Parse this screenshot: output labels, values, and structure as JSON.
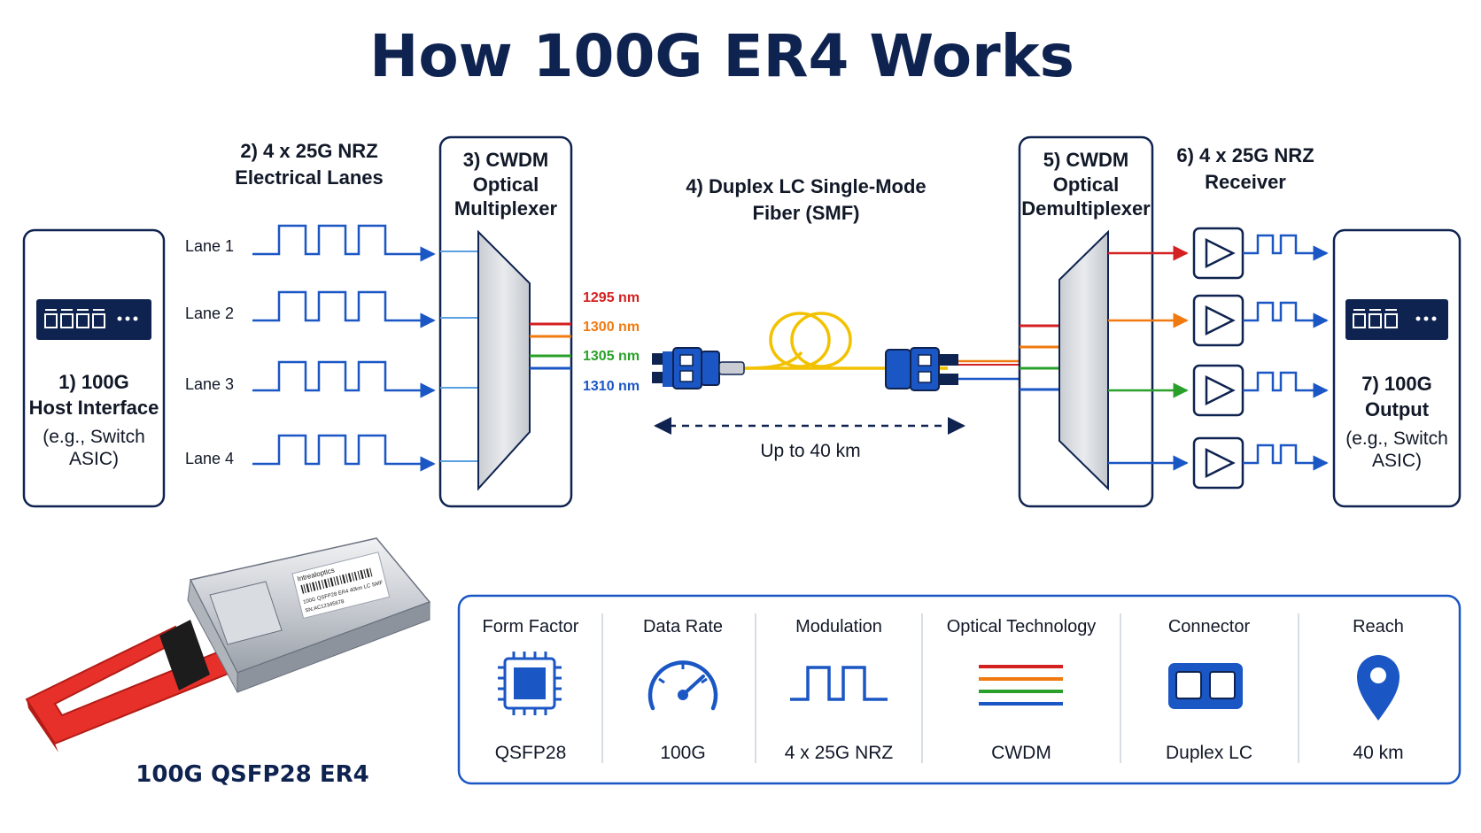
{
  "title": "How 100G ER4 Works",
  "host": {
    "line1": "1) 100G",
    "line2": "Host Interface",
    "note1": "(e.g., Switch",
    "note2": "ASIC)"
  },
  "lanes_header": {
    "line1": "2) 4 x 25G NRZ",
    "line2": "Electrical Lanes"
  },
  "lanes": [
    "Lane 1",
    "Lane 2",
    "Lane 3",
    "Lane 4"
  ],
  "mux": {
    "line1": "3) CWDM",
    "line2": "Optical",
    "line3": "Multiplexer"
  },
  "wavelengths": [
    {
      "label": "1295 nm",
      "color": "#d42020"
    },
    {
      "label": "1300 nm",
      "color": "#f07a10"
    },
    {
      "label": "1305 nm",
      "color": "#2aa02a"
    },
    {
      "label": "1310 nm",
      "color": "#1a56c4"
    }
  ],
  "fiber": {
    "line1": "4) Duplex LC Single-Mode",
    "line2": "Fiber (SMF)",
    "distance": "Up to 40 km",
    "color": "#f2c200"
  },
  "demux": {
    "line1": "5) CWDM",
    "line2": "Optical",
    "line3": "Demultiplexer"
  },
  "receiver": {
    "line1": "6) 4 x 25G NRZ",
    "line2": "Receiver"
  },
  "output": {
    "line1": "7) 100G",
    "line2": "Output",
    "note1": "(e.g., Switch",
    "note2": "ASIC)"
  },
  "module": {
    "caption": "100G QSFP28 ER4",
    "label_brand": "Intrealoptics",
    "label_line1": "100G QSFP28 ER4 40km LC SMF",
    "label_line2": "SN:AC12345678"
  },
  "specs": [
    {
      "header": "Form Factor",
      "value": "QSFP28",
      "icon": "chip-icon"
    },
    {
      "header": "Data Rate",
      "value": "100G",
      "icon": "gauge-icon"
    },
    {
      "header": "Modulation",
      "value": "4 x 25G NRZ",
      "icon": "pulse-icon"
    },
    {
      "header": "Optical Technology",
      "value": "CWDM",
      "icon": "wavelength-lines-icon"
    },
    {
      "header": "Connector",
      "value": "Duplex LC",
      "icon": "duplex-connector-icon"
    },
    {
      "header": "Reach",
      "value": "40 km",
      "icon": "location-pin-icon"
    }
  ],
  "colors": {
    "navy": "#0f2350",
    "blue": "#1a56c4",
    "handle": "#e8302a"
  }
}
